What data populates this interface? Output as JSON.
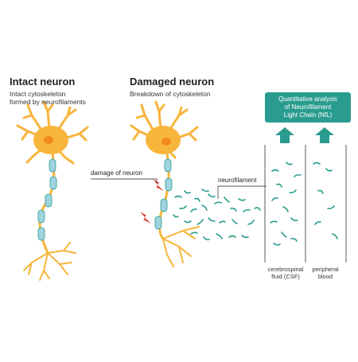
{
  "intact": {
    "title": "Intact neuron",
    "subtitle": "Intact cytoskeleton\nformed by neurofilaments"
  },
  "damaged": {
    "title": "Damaged neuron",
    "subtitle": "Breakdown of cytoskeleton"
  },
  "callouts": {
    "damage": "damage of neuron",
    "neurofilament": "neurofilament"
  },
  "analysis_box": "Quantitative analysis\nof Neurofilament\nLight Chain (NfL)",
  "columns": {
    "csf": "cerebrospinal\nfluid (CSF)",
    "blood": "peripheral\nblood"
  },
  "colors": {
    "neuron": "#f7b53c",
    "nucleus": "#f08a1f",
    "myelin": "#9fd3e0",
    "teal": "#2a9c8f",
    "lightning": "#e0302a"
  }
}
